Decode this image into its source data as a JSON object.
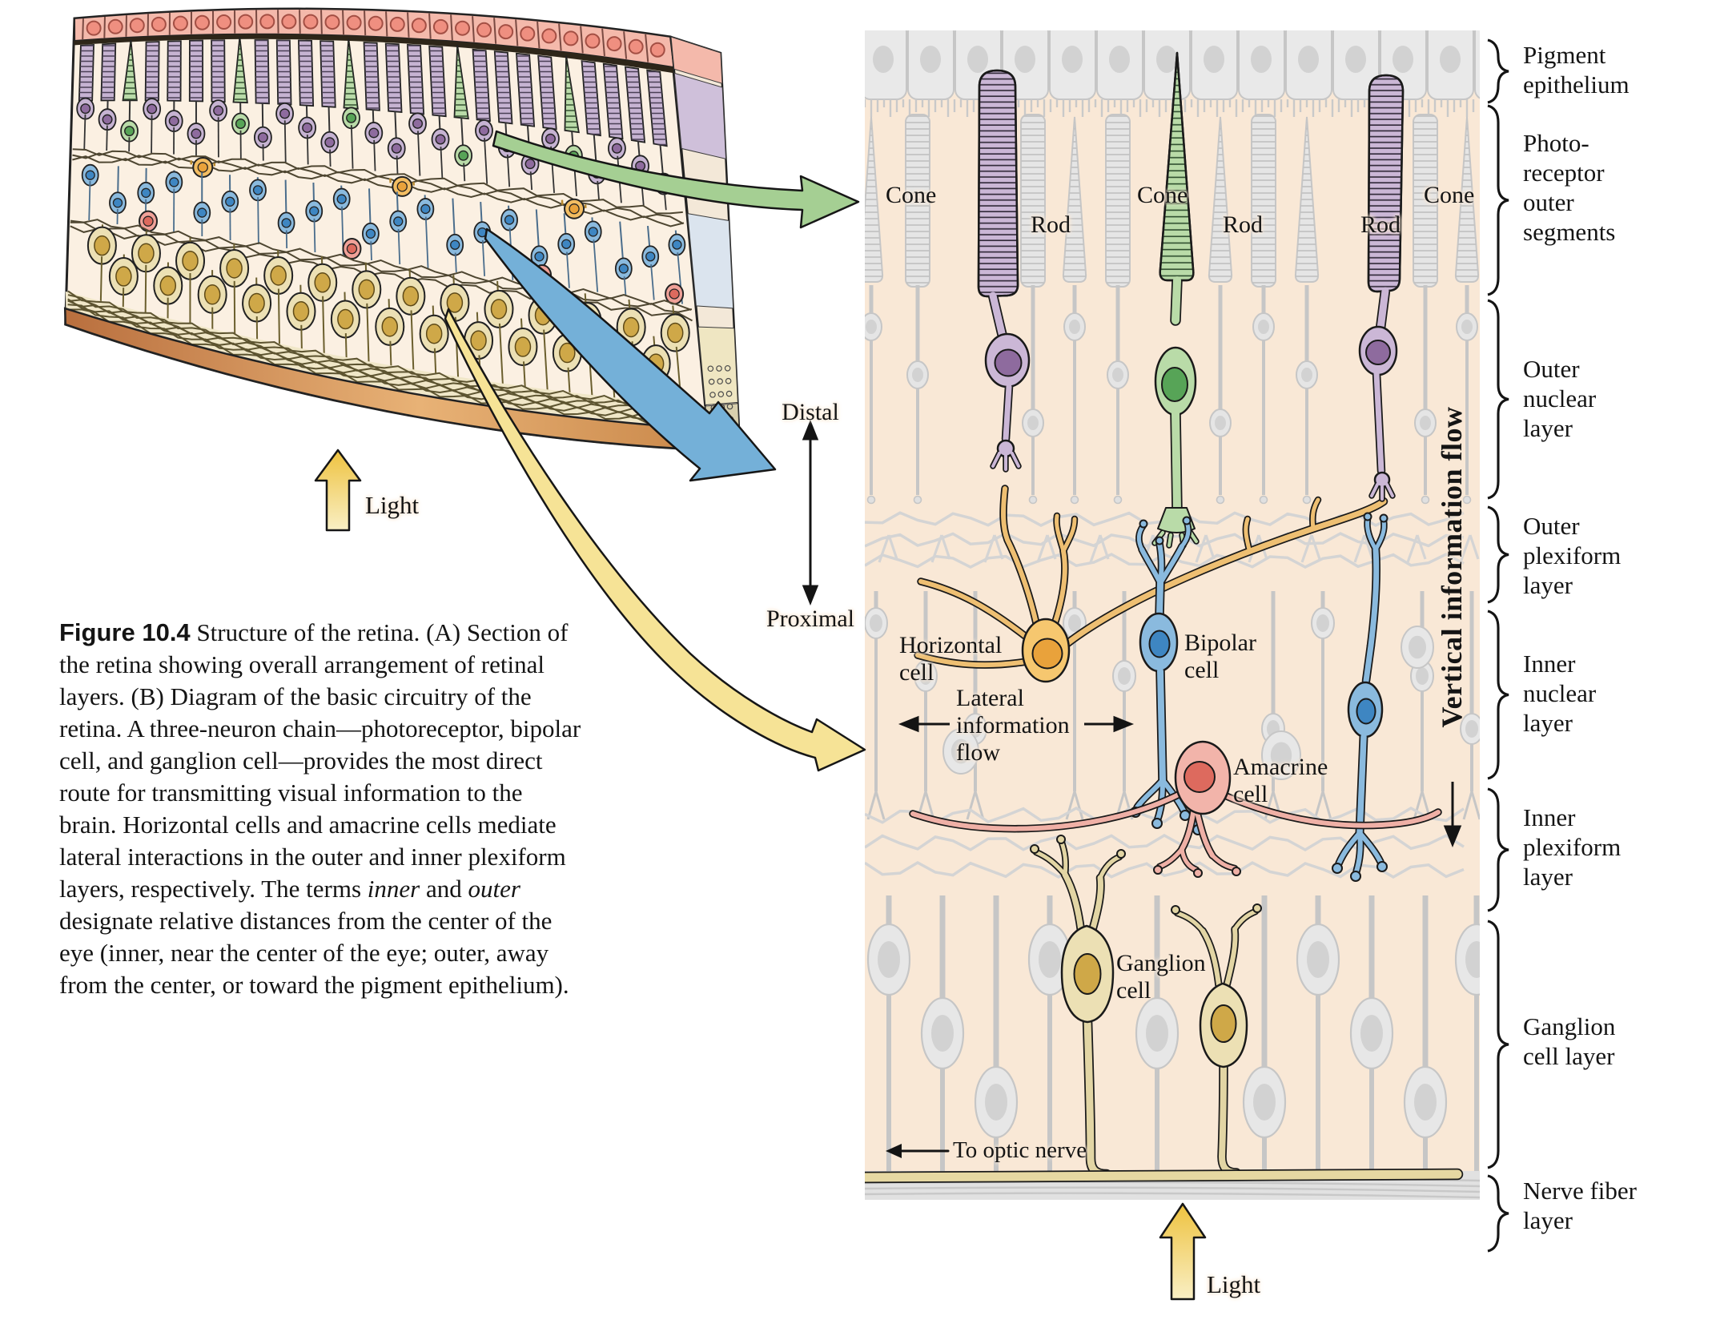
{
  "figure_label": "Figure 10.4",
  "caption": [
    {
      "t": "Figure 10.4",
      "b": true
    },
    {
      "t": "  Structure of the retina. (A) Section of the retina showing overall arrangement of retinal layers. (B) Diagram of the basic circuitry of the retina. A three-neuron chain—photoreceptor, bipolar cell, and ganglion cell—provides the most direct route for transmitting visual information to the brain. Horizontal cells and amacrine cells mediate lateral interactions in the outer and inner plexiform layers, respectively. The terms "
    },
    {
      "t": "inner",
      "i": true
    },
    {
      "t": " and "
    },
    {
      "t": "outer",
      "i": true
    },
    {
      "t": " designate relative distances from the center of the eye (inner, near the center of the eye; outer, away from the center, or toward the pigment epithelium)."
    }
  ],
  "panelA": {
    "light": "Light"
  },
  "panelB": {
    "photoreceptors": [
      "Cone",
      "Rod",
      "Cone",
      "Rod",
      "Rod",
      "Cone"
    ],
    "cells": {
      "horizontal": [
        "Horizontal",
        "cell"
      ],
      "bipolar": [
        "Bipolar",
        "cell"
      ],
      "amacrine": [
        "Amacrine",
        "cell"
      ],
      "ganglion": [
        "Ganglion",
        "cell"
      ]
    },
    "lateral_flow": [
      "Lateral",
      "information",
      "flow"
    ],
    "vertical_flow": "Vertical information flow",
    "to_optic_nerve": "To optic nerve",
    "light": "Light",
    "distal": "Distal",
    "proximal": "Proximal"
  },
  "layers": [
    {
      "lines": [
        "Pigment",
        "epithelium"
      ]
    },
    {
      "lines": [
        "Photo-",
        "receptor",
        "outer",
        "segments"
      ]
    },
    {
      "lines": [
        "Outer",
        "nuclear",
        "layer"
      ]
    },
    {
      "lines": [
        "Outer",
        "plexiform",
        "layer"
      ]
    },
    {
      "lines": [
        "Inner",
        "nuclear",
        "layer"
      ]
    },
    {
      "lines": [
        "Inner",
        "plexiform",
        "layer"
      ]
    },
    {
      "lines": [
        "Ganglion",
        "cell layer"
      ]
    },
    {
      "lines": [
        "Nerve fiber",
        "layer"
      ]
    }
  ],
  "colors": {
    "panelB_bg": "#f9e8d6",
    "gray_fill": "#e7e7e7",
    "gray_stroke": "#c6c6c6",
    "gray_nucleus": "#d2d2d2",
    "rod_purple": "#cbb7d6",
    "rod_nucleus": "#8e6b9e",
    "cone_green": "#b9dba8",
    "cone_nucleus": "#57a457",
    "horizontal_orange": "#f6c76f",
    "horizontal_nucleus": "#e9a23b",
    "bipolar_blue": "#8abade",
    "bipolar_nucleus": "#3e86c2",
    "amacrine_pink": "#f2b4aa",
    "amacrine_nucleus": "#dd6a5e",
    "ganglion_yellow": "#ece0b4",
    "ganglion_nucleus": "#cfa848",
    "axon_band": "#e6d8a2",
    "epithelium_pink": "#f4b9ab",
    "epithelium_nucleus": "#ef8f80",
    "cream": "#fbf0e2",
    "arrow_green": "#a5cf93",
    "arrow_blue": "#74b0d8",
    "arrow_yellow": "#f6e396",
    "light_arrow_top": "#eec23f",
    "light_arrow_bottom": "#f9efc4",
    "base_brown": "#c98749",
    "outline": "#1a1a1a"
  }
}
